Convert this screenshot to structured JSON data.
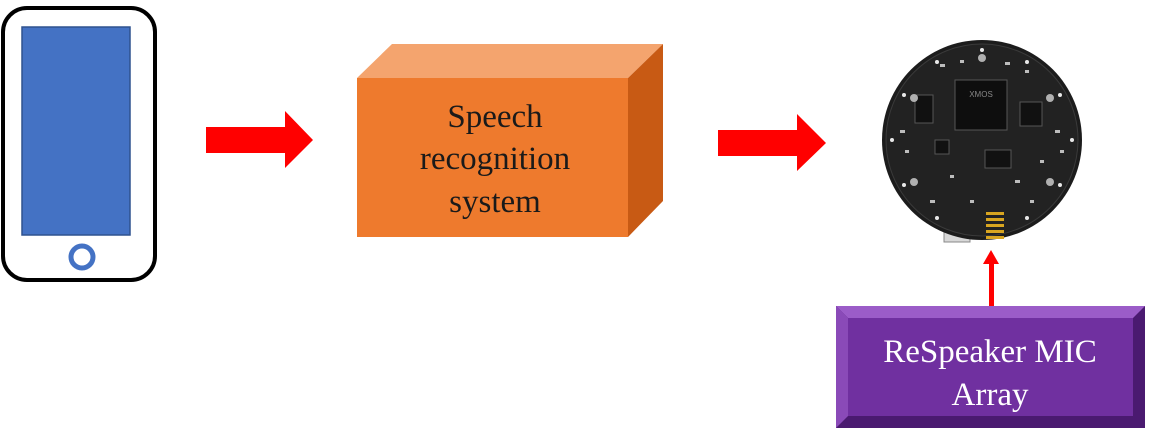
{
  "diagram": {
    "nodes": {
      "phone": {
        "icon": "smartphone-icon",
        "screen_color": "#4472C4",
        "frame_color": "#000000"
      },
      "speech_box": {
        "lines": [
          "Speech",
          "recognition",
          "system"
        ],
        "front_color": "#EE7A2D",
        "top_color": "#F4A46E",
        "side_color": "#C85A14",
        "text_color": "#1a1a1a"
      },
      "mic_board": {
        "icon": "circuit-board-icon",
        "board_color": "#1c1c1c"
      },
      "respeaker_box": {
        "lines": [
          "ReSpeaker MIC",
          "Array"
        ],
        "fill_color": "#7030A0",
        "bevel_light": "#9B5CC8",
        "bevel_dark": "#4A1A70",
        "text_color": "#ffffff"
      }
    },
    "edges": [
      {
        "from": "phone",
        "to": "speech_box",
        "icon": "arrow-right-icon"
      },
      {
        "from": "speech_box",
        "to": "mic_board",
        "icon": "arrow-right-icon"
      },
      {
        "from": "respeaker_box",
        "to": "mic_board",
        "icon": "arrow-up-icon"
      }
    ],
    "arrow_color": "#FF0000"
  }
}
